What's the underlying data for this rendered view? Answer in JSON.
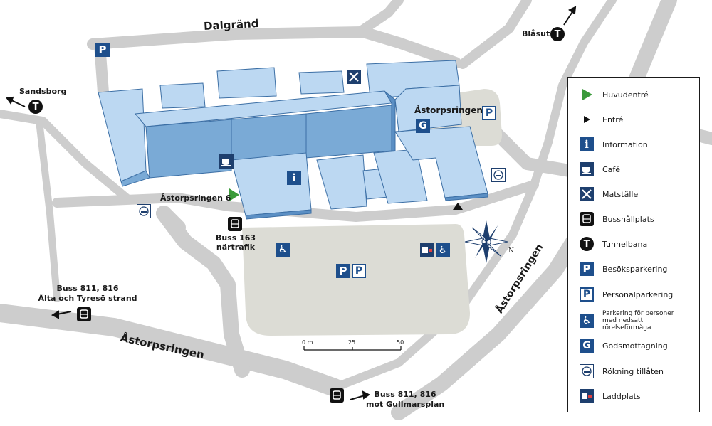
{
  "roads": {
    "dalgrand": "Dalgränd",
    "astorpsringen_south": "Åstorpsringen",
    "astorpsringen_east": "Åstorpsringen",
    "astorpsringen_2": "Åstorpsringen 2",
    "astorpsringen_6": "Åstorpsringen 6"
  },
  "places": {
    "sandsborg": "Sandsborg",
    "blasut": "Blåsut"
  },
  "bus_stops": {
    "buss163_line1": "Buss 163",
    "buss163_line2": "närtrafik",
    "west_line1": "Buss 811, 816",
    "west_line2": "Älta och Tyresö strand",
    "south_line1": "Buss 811, 816",
    "south_line2": "mot Gullmarsplan"
  },
  "map_symbols": {
    "parking_visitor": "P",
    "parking_staff": "P",
    "information": "i",
    "goods": "G",
    "metro": "T",
    "compass_north": "N"
  },
  "scale": {
    "label_0": "0 m",
    "label_25": "25",
    "label_50": "50"
  },
  "legend": {
    "items": [
      {
        "label": "Huvudentré",
        "icon": "green-triangle-icon"
      },
      {
        "label": "Entré",
        "icon": "black-triangle-icon"
      },
      {
        "label": "Information",
        "icon": "information-icon"
      },
      {
        "label": "Café",
        "icon": "cafe-cup-icon"
      },
      {
        "label": "Matställe",
        "icon": "fork-knife-icon"
      },
      {
        "label": "Busshållplats",
        "icon": "bus-icon"
      },
      {
        "label": "Tunnelbana",
        "icon": "metro-icon"
      },
      {
        "label": "Besöksparkering",
        "icon": "parking-visitor-icon"
      },
      {
        "label": "Personalparkering",
        "icon": "parking-staff-icon"
      },
      {
        "label": "Parkering för personer med nedsatt rörelseförmåga",
        "icon": "accessible-parking-icon"
      },
      {
        "label": "Godsmottagning",
        "icon": "goods-reception-icon"
      },
      {
        "label": "Rökning tillåten",
        "icon": "smoking-area-icon"
      },
      {
        "label": "Laddplats",
        "icon": "charging-station-icon"
      }
    ]
  },
  "colors": {
    "building_roof": "#bcd8f2",
    "building_wall": "#7aaad6",
    "building_edge": "#3c6fa5",
    "road": "#cfcfcf",
    "parking_lot": "#dcdcd5",
    "icon_blue": "#1e4f8c",
    "main_entrance": "#3a9a3a"
  }
}
